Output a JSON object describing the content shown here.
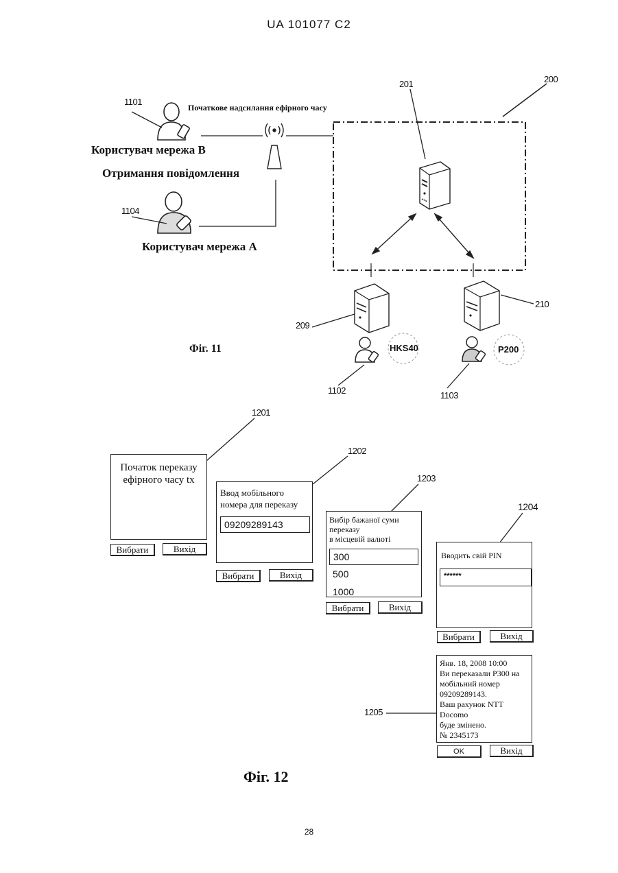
{
  "header": {
    "patent_id": "UA   101077   C2"
  },
  "fig11": {
    "caption": "Фіг. 11",
    "labels": {
      "initial_send": "Початкове надсилання ефірного часу",
      "user_network_b": "Користувач мережа В",
      "receive_message": "Отримання повідомлення",
      "user_network_a": "Користувач мережа А"
    },
    "refs": {
      "r1101": "1101",
      "r1104": "1104",
      "r201": "201",
      "r200": "200",
      "r209": "209",
      "r210": "210",
      "r1102": "1102",
      "r1103": "1103"
    },
    "badges": {
      "left": "HKS40",
      "right": "P200"
    }
  },
  "fig12": {
    "caption": "Фіг. 12",
    "refs": {
      "r1201": "1201",
      "r1202": "1202",
      "r1203": "1203",
      "r1204": "1204",
      "r1205": "1205"
    },
    "screen1201": {
      "lines": [
        "Початок переказу",
        "ефірного часу tx"
      ],
      "select_label": "Вибрати",
      "exit_label": "Вихід"
    },
    "screen1202": {
      "lines": [
        "Ввод мобільного",
        "номера для переказу"
      ],
      "phone_value": "09209289143",
      "select_label": "Вибрати",
      "exit_label": "Вихід"
    },
    "screen1203": {
      "lines": [
        "Вибір бажаної суми",
        "переказу",
        "в місцевій валюті"
      ],
      "options": [
        "300",
        "500",
        "1000"
      ],
      "select_label": "Вибрати",
      "exit_label": "Вихід"
    },
    "screen1204": {
      "prompt": "Вводить свій PIN",
      "pin_value": "******",
      "select_label": "Вибрати",
      "exit_label": "Вихід"
    },
    "screen1205": {
      "lines": [
        "Янв. 18, 2008 10:00",
        "Ви переказали P300 на",
        "мобільний номер",
        "09209289143.",
        "Ваш рахунок NTT",
        "Docomo",
        "буде змінено.",
        "№ 2345173"
      ],
      "ok_label": "OK",
      "exit_label": "Вихід"
    }
  },
  "footer": {
    "page_number": "28"
  }
}
